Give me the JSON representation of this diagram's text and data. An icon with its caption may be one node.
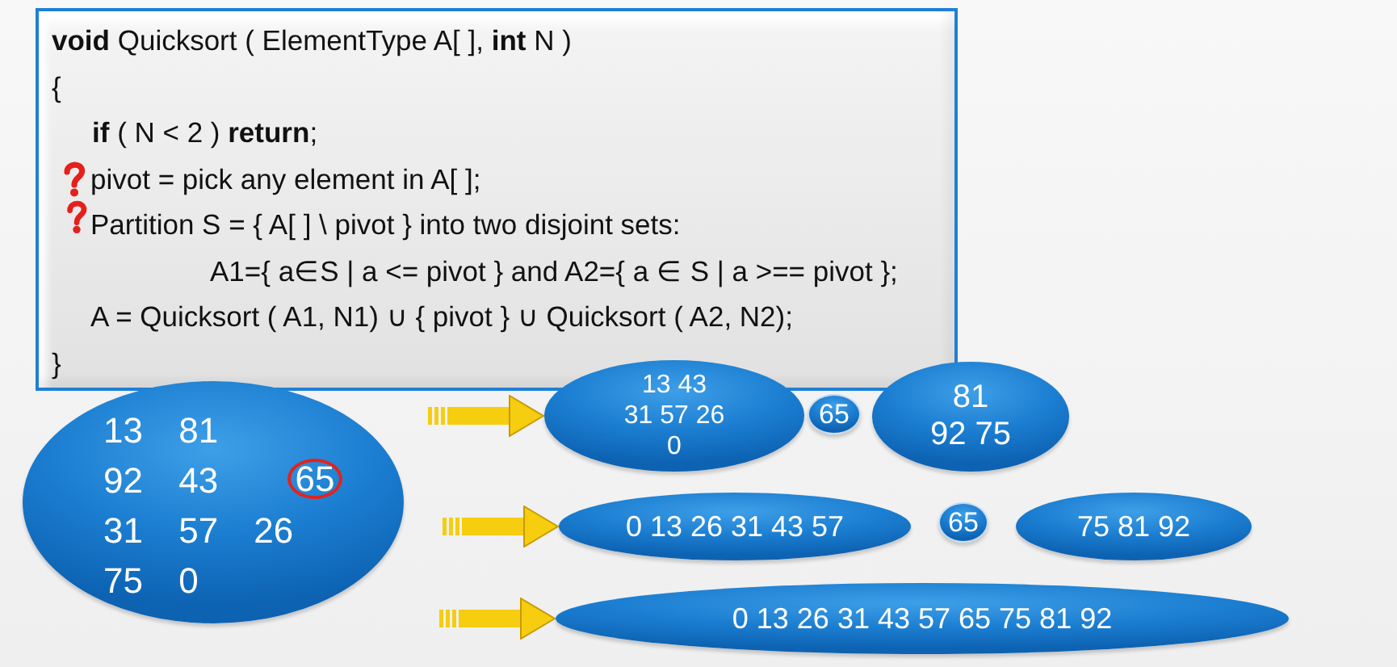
{
  "diagram": {
    "nodes": [
      {
        "text": [
          "**void** Quicksort ( ElementType A[ ], **int** N )",
          "{",
          "**if** ( N < 2 ) **return**;",
          "pivot = pick any element in A[ ];",
          "Partition S = { A[ ] \\ pivot } into two disjoint sets:",
          "A1={ a∈S | a <= pivot } and A2={ a ∈ S | a >== pivot };",
          "A = Quicksort ( A1, N1) ∪ { pivot } ∪ Quicksort ( A2, N2);",
          "}"
        ]
      },
      {
        "text": [
          "13 81 92 43 31 57 26 75 0"
        ]
      },
      {
        "text": [
          "65"
        ],
        "in": 1
      },
      {
        "text": [
          "13 43 31 57 26 0"
        ]
      },
      {
        "text": [
          "65"
        ]
      },
      {
        "text": [
          "81 92 75"
        ]
      },
      {
        "text": [
          "0 13 26 31 43 57"
        ]
      },
      {
        "text": [
          "65"
        ]
      },
      {
        "text": [
          "75 81 92"
        ]
      },
      {
        "text": [
          "0 13 26 31 43 57 65 75 81 92"
        ]
      }
    ],
    "edges": [
      {
        "from": null,
        "to": 3,
        "arrow": "to"
      },
      {
        "from": null,
        "to": 6,
        "arrow": "to"
      },
      {
        "from": null,
        "to": 9,
        "arrow": "to"
      }
    ]
  }
}
